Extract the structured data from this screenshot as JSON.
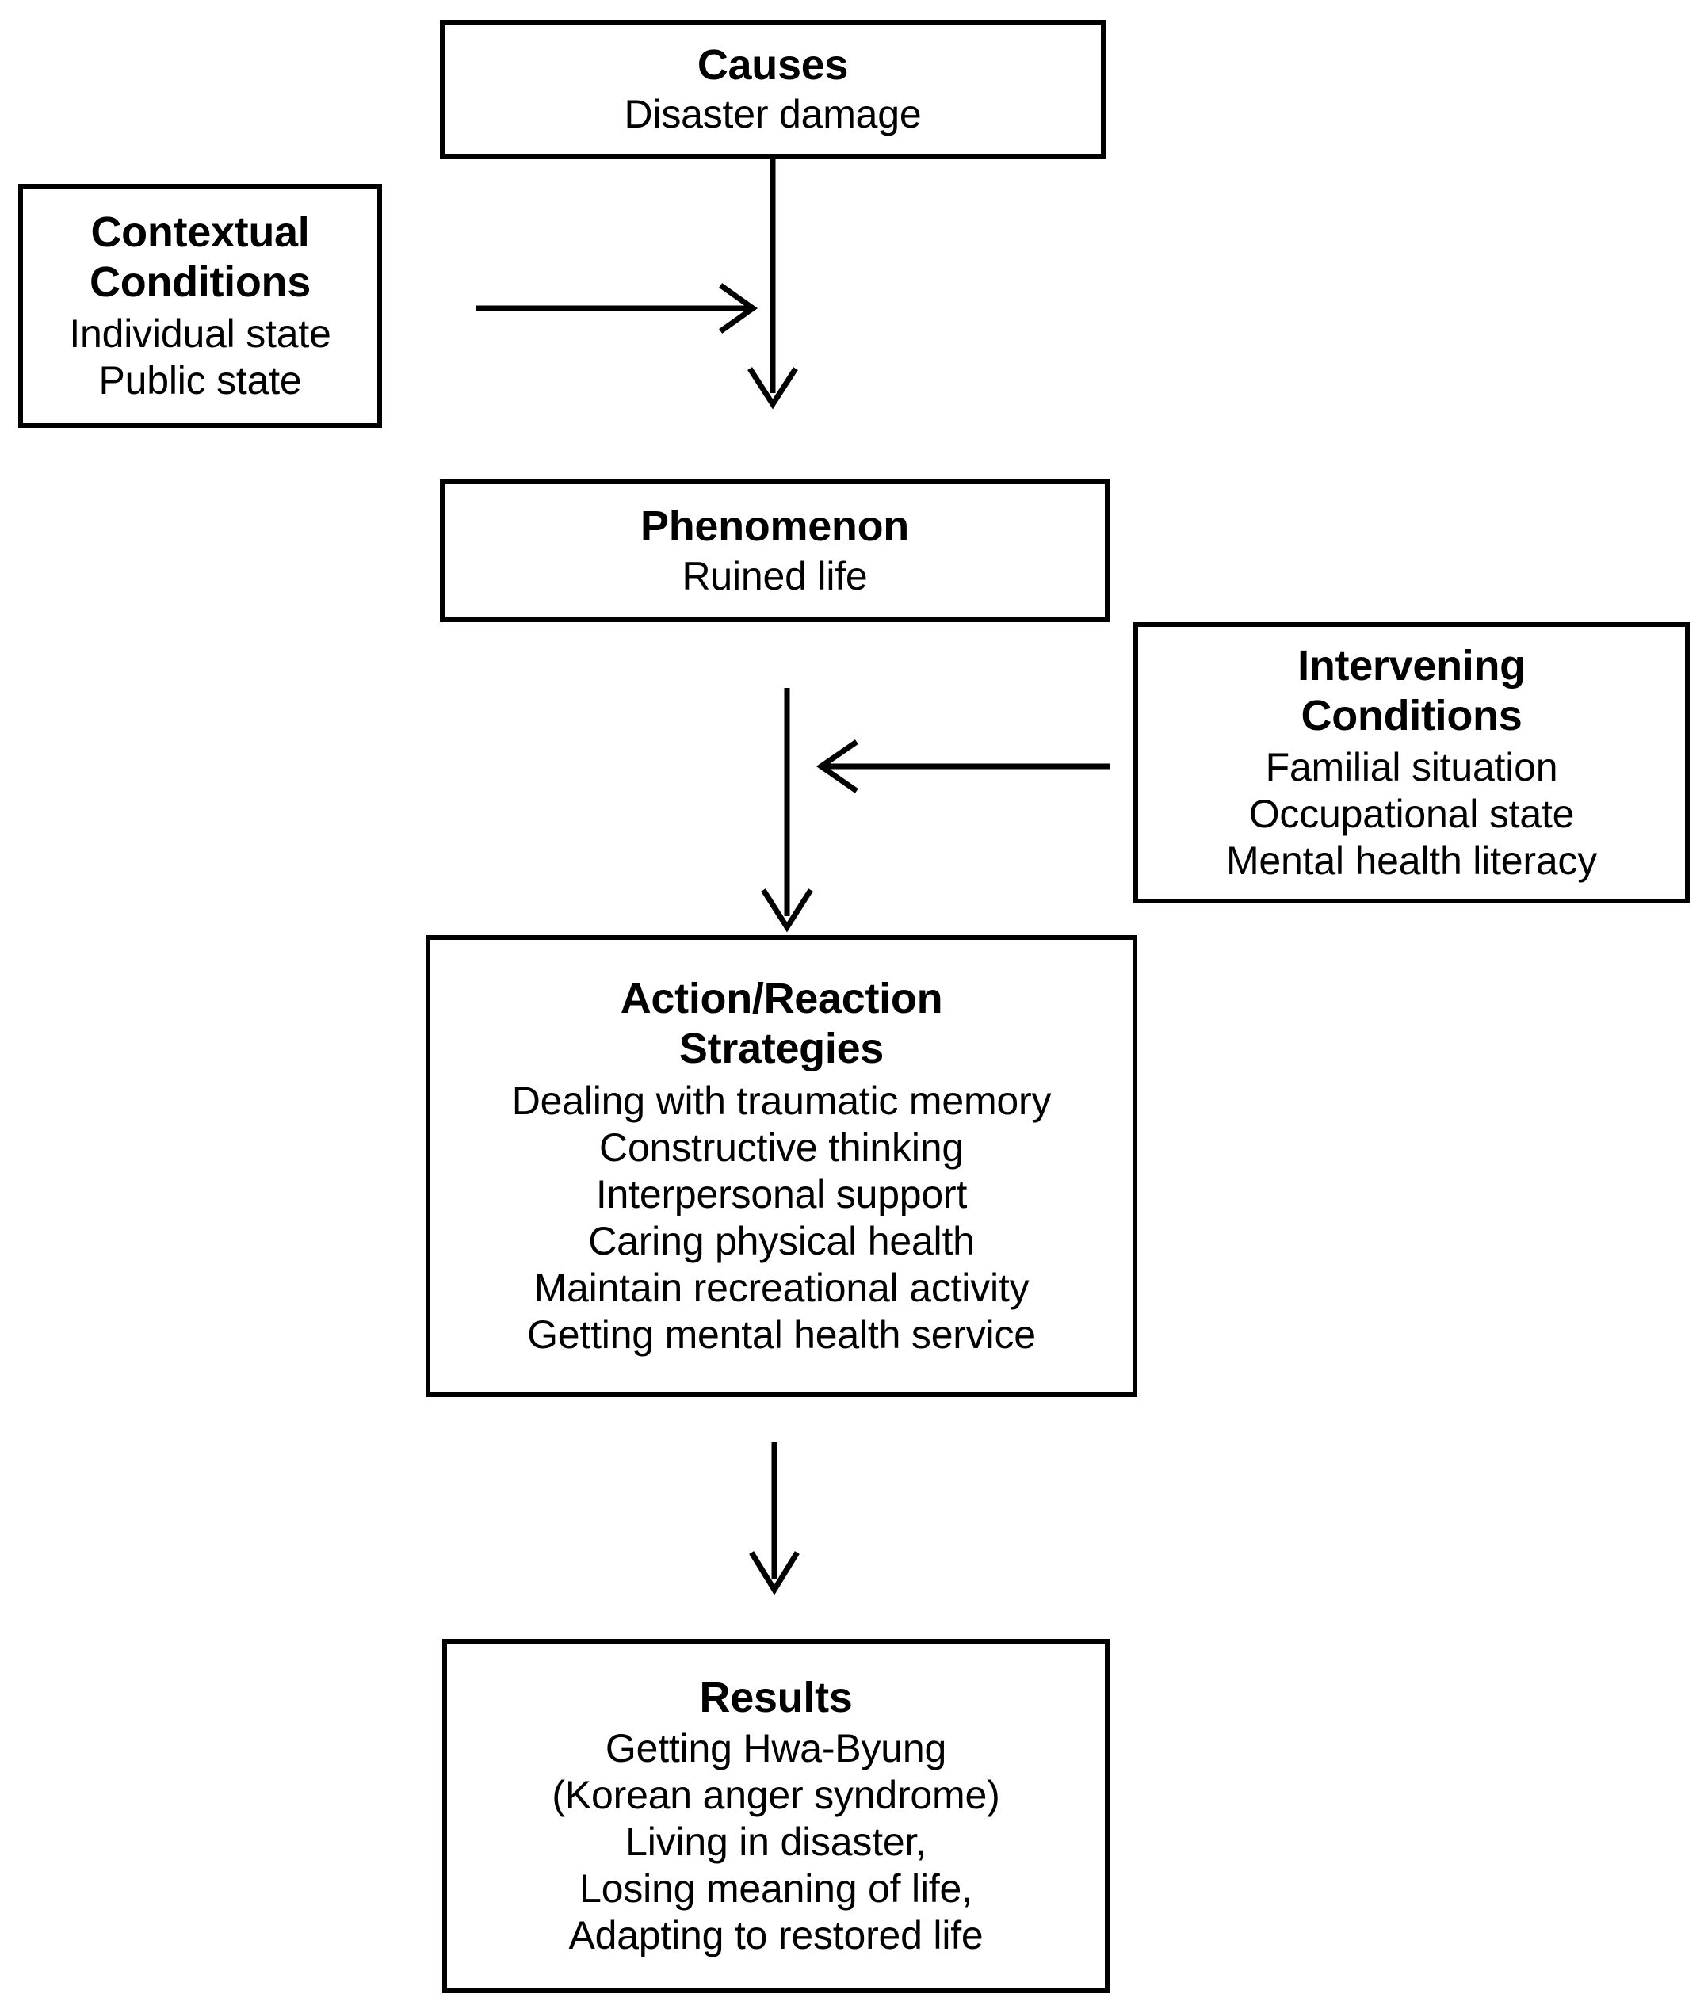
{
  "diagram": {
    "type": "grounded-theory-paradigm-model",
    "nodes": [
      {
        "id": "causes",
        "title": "Causes",
        "lines": [
          "Disaster damage"
        ]
      },
      {
        "id": "contextual",
        "title": "Contextual\nConditions",
        "lines": [
          "Individual state",
          "Public state"
        ]
      },
      {
        "id": "phenomenon",
        "title": "Phenomenon",
        "lines": [
          "Ruined life"
        ]
      },
      {
        "id": "intervening",
        "title": "Intervening\nConditions",
        "lines": [
          "Familial situation",
          "Occupational state",
          "Mental health literacy"
        ]
      },
      {
        "id": "actions",
        "title": "Action/Reaction\nStrategies",
        "lines": [
          "Dealing with traumatic memory",
          "Constructive thinking",
          "Interpersonal support",
          "Caring physical health",
          "Maintain recreational activity",
          "Getting mental health service"
        ]
      },
      {
        "id": "results",
        "title": "Results",
        "lines": [
          "Getting Hwa-Byung",
          "(Korean anger syndrome)",
          "Living in disaster,",
          "Losing meaning of life,",
          "Adapting to restored life"
        ]
      }
    ],
    "connectors": [
      {
        "id": "causes-to-phenomenon",
        "from": "causes",
        "to": "phenomenon",
        "direction": "down"
      },
      {
        "id": "contextual-to-flow",
        "from": "contextual",
        "to": "causes-phenomenon-flow",
        "direction": "right"
      },
      {
        "id": "phenomenon-to-actions",
        "from": "phenomenon",
        "to": "actions",
        "direction": "down"
      },
      {
        "id": "intervening-to-flow",
        "from": "intervening",
        "to": "phenomenon-actions-flow",
        "direction": "left"
      },
      {
        "id": "actions-to-results",
        "from": "actions",
        "to": "results",
        "direction": "down"
      }
    ],
    "colors": {
      "stroke": "#000000",
      "text": "#000000",
      "background": "#ffffff"
    }
  }
}
